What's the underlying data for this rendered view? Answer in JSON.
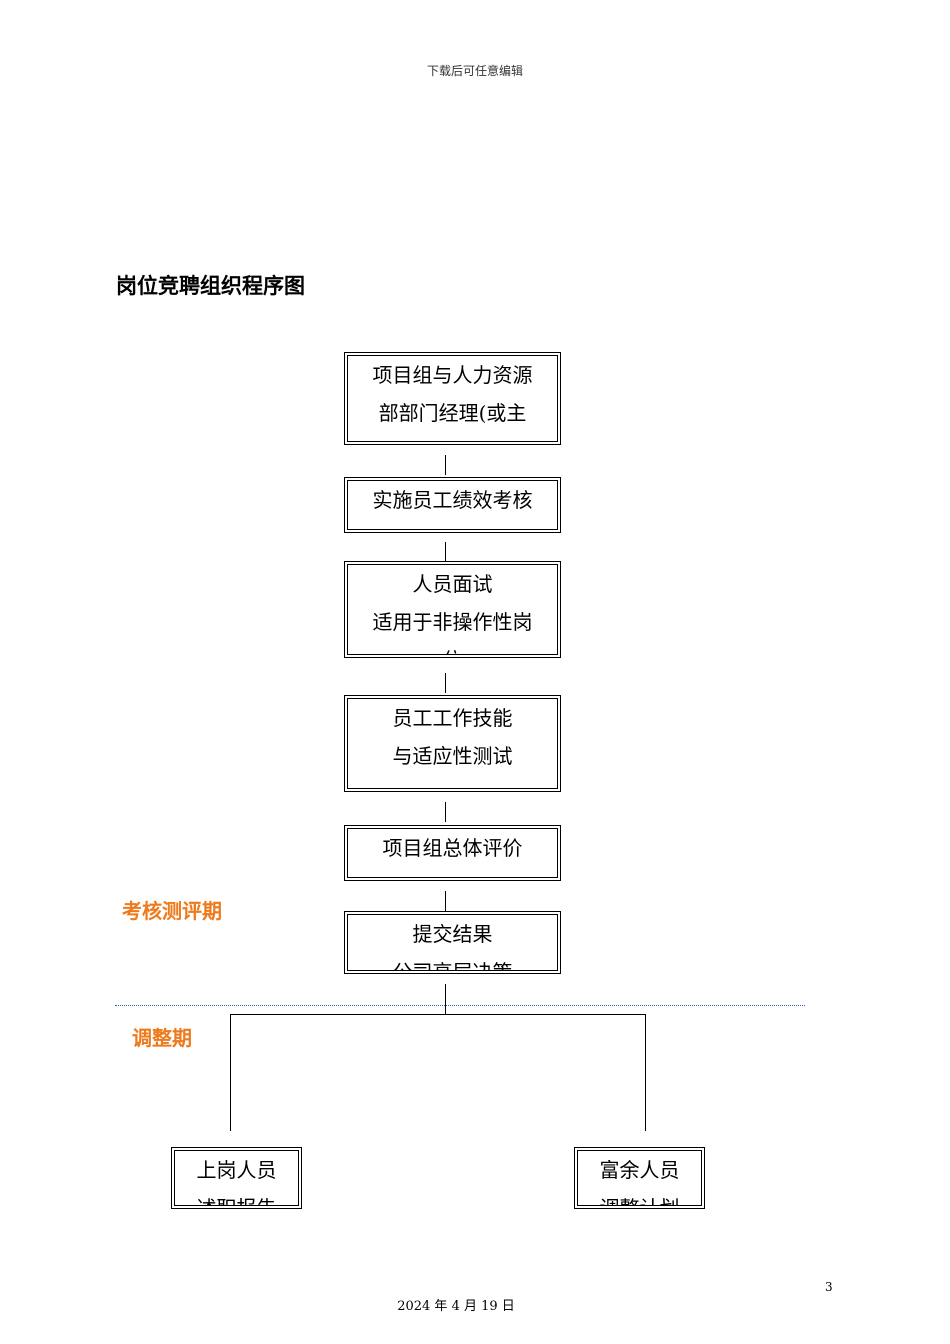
{
  "header": {
    "text": "下载后可任意编辑"
  },
  "title": "岗位竞聘组织程序图",
  "phases": {
    "assessment": "考核测评期",
    "adjustment": "调整期"
  },
  "boxes": {
    "box1": {
      "line1": "项目组与人力资源",
      "line2": "部部门经理(或主"
    },
    "box2": {
      "line1": "实施员工绩效考核"
    },
    "box3": {
      "line1": "人员面试",
      "line2": "适用于非操作性岗",
      "line3": "位"
    },
    "box4": {
      "line1": "员工工作技能",
      "line2": "与适应性测试"
    },
    "box5": {
      "line1": "项目组总体评价"
    },
    "box6": {
      "line1": "提交结果",
      "line2": "公司高层决策"
    },
    "box_left": {
      "line1": "上岗人员",
      "line2": "述职报告"
    },
    "box_right": {
      "line1": "富余人员",
      "line2": "调整计划"
    }
  },
  "footer": {
    "page_number": "3",
    "date": "2024 年 4 月 19 日"
  }
}
